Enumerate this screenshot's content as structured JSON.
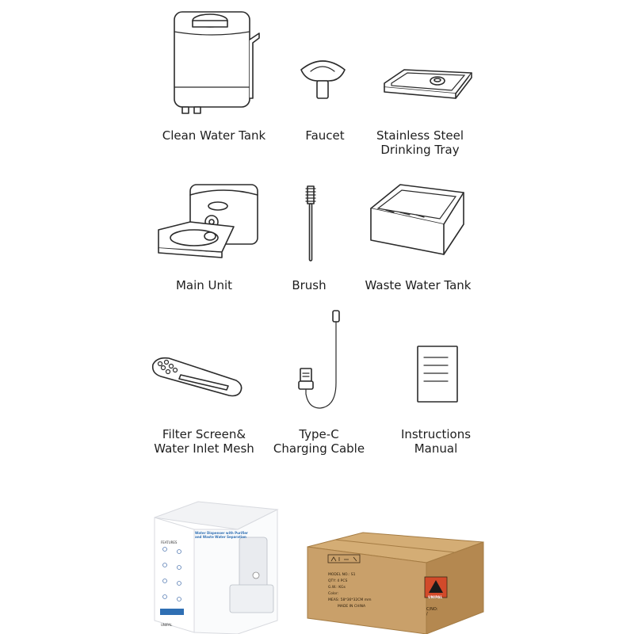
{
  "items": {
    "clean_water_tank": {
      "label": "Clean Water Tank"
    },
    "faucet": {
      "label": "Faucet"
    },
    "drinking_tray": {
      "label_line1": "Stainless Steel",
      "label_line2": "Drinking Tray"
    },
    "main_unit": {
      "label": "Main Unit"
    },
    "brush": {
      "label": "Brush"
    },
    "waste_water_tank": {
      "label": "Waste Water Tank"
    },
    "filter_screen": {
      "label_line1": "Filter Screen&",
      "label_line2": "Water Inlet Mesh"
    },
    "charging_cable": {
      "label_line1": "Type-C",
      "label_line2": "Charging Cable"
    },
    "instructions_manual": {
      "label_line1": "Instructions",
      "label_line2": "Manual"
    }
  },
  "packaging": {
    "retail_box": {
      "title_line1": "Water Dispenser with Purifier",
      "title_line2": "and Waste Water Separation",
      "side_label": "FEATURES",
      "brand": "UNIPAL"
    },
    "shipping_carton": {
      "model_line": "MODEL NO.: S1",
      "qty_line": "QTY:  4 PCS",
      "gw_line": "G.W.:   KGs",
      "color_line": "Color:",
      "meas_line": "MEAS: 58*36*32CM mm",
      "origin_line": "MADE IN CHINA",
      "brand": "UNIPAL",
      "cno_line": "C/NO:      /"
    }
  },
  "colors": {
    "line": "#2b2b2b",
    "carton": "#c9a06a",
    "carton_dark": "#b48850",
    "box_blue": "#2f6fb3"
  }
}
